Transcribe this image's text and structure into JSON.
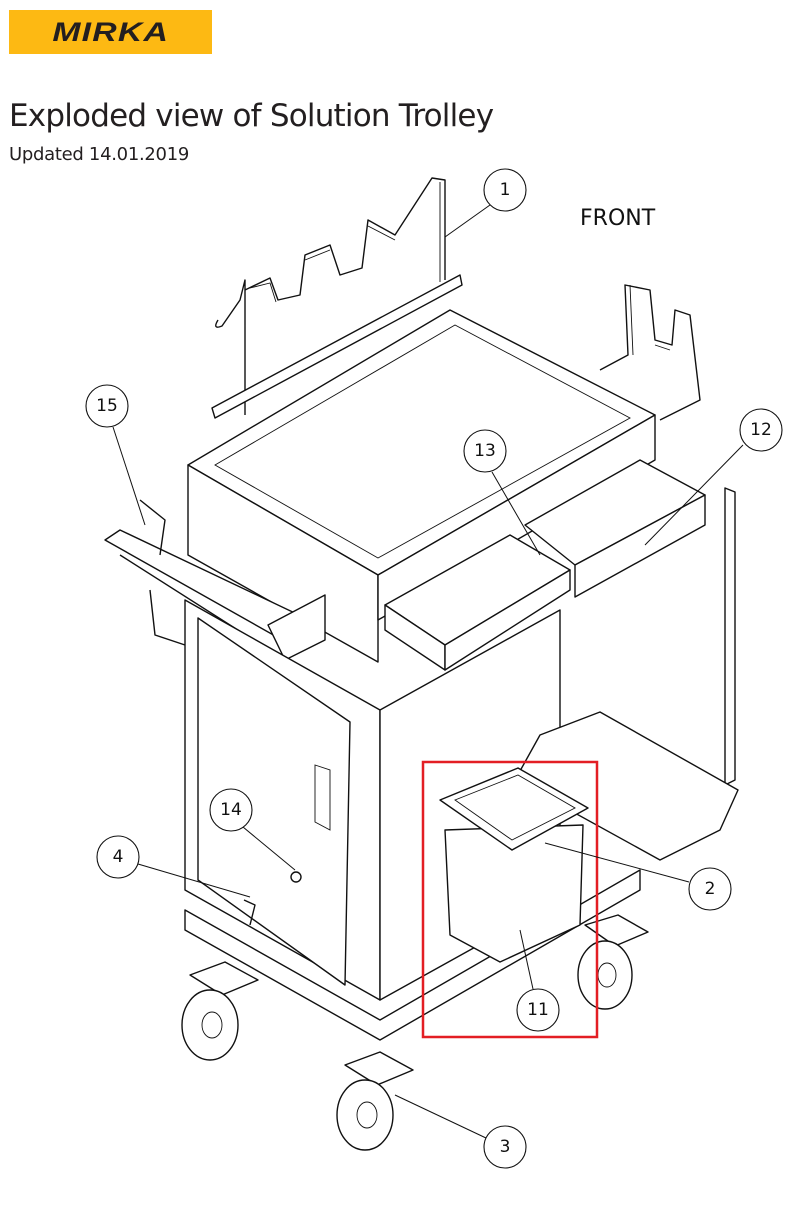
{
  "header": {
    "logo_text": "MIRKA",
    "title": "Exploded view of Solution Trolley",
    "subtitle": "Updated 14.01.2019"
  },
  "diagram": {
    "orientation_label": "FRONT",
    "highlight_color": "#e31e24",
    "brand_color": "#fdb913",
    "callouts": [
      "1",
      "15",
      "13",
      "12",
      "14",
      "4",
      "2",
      "11",
      "3"
    ]
  }
}
